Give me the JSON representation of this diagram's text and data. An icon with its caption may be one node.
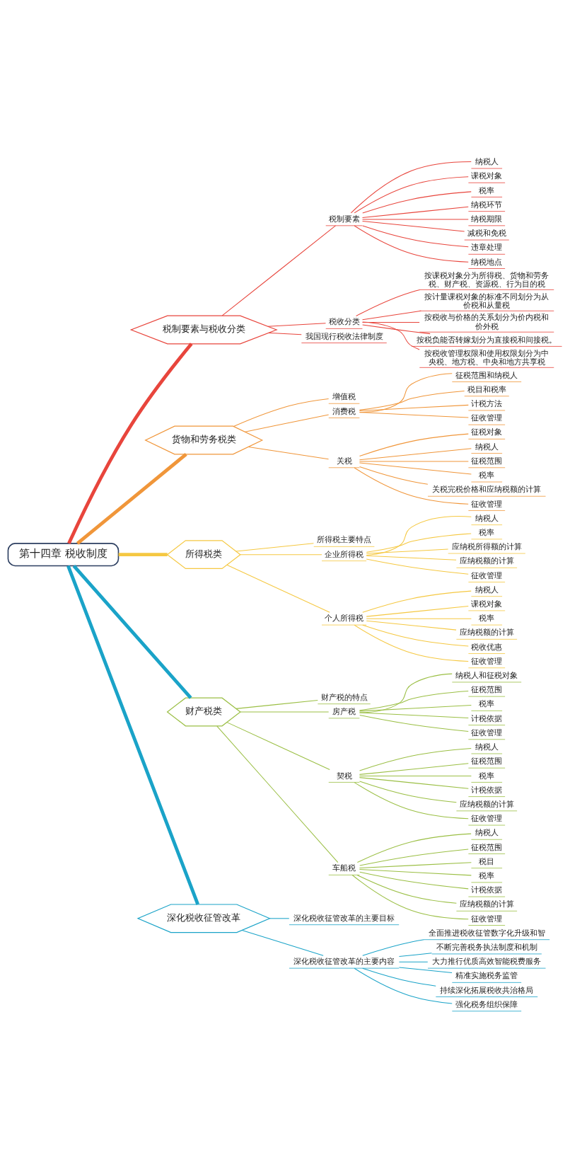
{
  "diagram": {
    "nodes": [
      {
        "text": [
          "第十四章 税收制度"
        ]
      },
      {
        "text": [
          "税制要素与税收分类"
        ]
      },
      {
        "text": [
          "税制要素"
        ]
      },
      {
        "text": [
          "纳税人"
        ]
      },
      {
        "text": [
          "课税对象"
        ]
      },
      {
        "text": [
          "税率"
        ]
      },
      {
        "text": [
          "纳税环节"
        ]
      },
      {
        "text": [
          "纳税期限"
        ]
      },
      {
        "text": [
          "减税和免税"
        ]
      },
      {
        "text": [
          "违章处理"
        ]
      },
      {
        "text": [
          "纳税地点"
        ]
      },
      {
        "text": [
          "税收分类"
        ]
      },
      {
        "text": [
          "按课税对象分为所得税、货物和劳务税、财产税、资源税、行为目的税"
        ]
      },
      {
        "text": [
          "按计量课税对象的标准不同划分为从价税和从量税"
        ]
      },
      {
        "text": [
          "按税收与价格的关系划分为价内税和价外税"
        ]
      },
      {
        "text": [
          "按税负能否转嫁划分为直接税和间接税。"
        ]
      },
      {
        "text": [
          "按税收管理权限和使用权限划分为中央税、地方税、中央和地方共享税"
        ]
      },
      {
        "text": [
          "我国现行税收法律制度"
        ]
      },
      {
        "text": [
          "货物和劳务税类"
        ]
      },
      {
        "text": [
          "增值税"
        ]
      },
      {
        "text": [
          "消费税"
        ]
      },
      {
        "text": [
          "征税范围和纳税人"
        ]
      },
      {
        "text": [
          "税目和税率"
        ]
      },
      {
        "text": [
          "计税方法"
        ]
      },
      {
        "text": [
          "征收管理"
        ]
      },
      {
        "text": [
          "关税"
        ]
      },
      {
        "text": [
          "征税对象"
        ]
      },
      {
        "text": [
          "纳税人"
        ]
      },
      {
        "text": [
          "征税范围"
        ]
      },
      {
        "text": [
          "税率"
        ]
      },
      {
        "text": [
          "关税完税价格和应纳税额的计算"
        ]
      },
      {
        "text": [
          "征收管理"
        ]
      },
      {
        "text": [
          "所得税类"
        ]
      },
      {
        "text": [
          "所得税主要特点"
        ]
      },
      {
        "text": [
          "企业所得税"
        ]
      },
      {
        "text": [
          "纳税人"
        ]
      },
      {
        "text": [
          "税率"
        ]
      },
      {
        "text": [
          "应纳税所得额的计算"
        ]
      },
      {
        "text": [
          "应纳税额的计算"
        ]
      },
      {
        "text": [
          "征收管理"
        ]
      },
      {
        "text": [
          "个人所得税"
        ]
      },
      {
        "text": [
          "纳税人"
        ]
      },
      {
        "text": [
          "课税对象"
        ]
      },
      {
        "text": [
          "税率"
        ]
      },
      {
        "text": [
          "应纳税额的计算"
        ]
      },
      {
        "text": [
          "税收优惠"
        ]
      },
      {
        "text": [
          "征收管理"
        ]
      },
      {
        "text": [
          "财产税类"
        ]
      },
      {
        "text": [
          "财产税的特点"
        ]
      },
      {
        "text": [
          "房产税"
        ]
      },
      {
        "text": [
          "纳税人和征税对象"
        ]
      },
      {
        "text": [
          "征税范围"
        ]
      },
      {
        "text": [
          "税率"
        ]
      },
      {
        "text": [
          "计税依据"
        ]
      },
      {
        "text": [
          "征收管理"
        ]
      },
      {
        "text": [
          "契税"
        ]
      },
      {
        "text": [
          "纳税人"
        ]
      },
      {
        "text": [
          "征税范围"
        ]
      },
      {
        "text": [
          "税率"
        ]
      },
      {
        "text": [
          "计税依据"
        ]
      },
      {
        "text": [
          "应纳税额的计算"
        ]
      },
      {
        "text": [
          "征收管理"
        ]
      },
      {
        "text": [
          "车船税"
        ]
      },
      {
        "text": [
          "纳税人"
        ]
      },
      {
        "text": [
          "征税范围"
        ]
      },
      {
        "text": [
          "税目"
        ]
      },
      {
        "text": [
          "税率"
        ]
      },
      {
        "text": [
          "计税依据"
        ]
      },
      {
        "text": [
          "应纳税额的计算"
        ]
      },
      {
        "text": [
          "征收管理"
        ]
      },
      {
        "text": [
          "深化税收征管改革"
        ]
      },
      {
        "text": [
          "深化税收征管改革的主要目标"
        ]
      },
      {
        "text": [
          "深化税收征管改革的主要内容"
        ]
      },
      {
        "text": [
          "全面推进税收征管数字化升级和智"
        ]
      },
      {
        "text": [
          "不断完善税务执法制度和机制"
        ]
      },
      {
        "text": [
          "大力推行优质高效智能税费服务"
        ]
      },
      {
        "text": [
          "精准实施税务监管"
        ]
      },
      {
        "text": [
          "持续深化拓展税收共治格局"
        ]
      },
      {
        "text": [
          "强化税务组织保障"
        ]
      }
    ],
    "edges": [
      {
        "from": 0,
        "to": 1,
        "arrow": "none",
        "style": "thick",
        "color": "#e8453c"
      },
      {
        "from": 1,
        "to": 2,
        "arrow": "none",
        "color": "#e8453c"
      },
      {
        "from": 2,
        "to": 3,
        "arrow": "none",
        "color": "#e8453c"
      },
      {
        "from": 2,
        "to": 4,
        "arrow": "none",
        "color": "#e8453c"
      },
      {
        "from": 2,
        "to": 5,
        "arrow": "none",
        "color": "#e8453c"
      },
      {
        "from": 2,
        "to": 6,
        "arrow": "none",
        "color": "#e8453c"
      },
      {
        "from": 2,
        "to": 7,
        "arrow": "none",
        "color": "#e8453c"
      },
      {
        "from": 2,
        "to": 8,
        "arrow": "none",
        "color": "#e8453c"
      },
      {
        "from": 2,
        "to": 9,
        "arrow": "none",
        "color": "#e8453c"
      },
      {
        "from": 2,
        "to": 10,
        "arrow": "none",
        "color": "#e8453c"
      },
      {
        "from": 1,
        "to": 11,
        "arrow": "none",
        "color": "#e8453c"
      },
      {
        "from": 11,
        "to": 12,
        "arrow": "none",
        "color": "#e8453c"
      },
      {
        "from": 11,
        "to": 13,
        "arrow": "none",
        "color": "#e8453c"
      },
      {
        "from": 11,
        "to": 14,
        "arrow": "none",
        "color": "#e8453c"
      },
      {
        "from": 11,
        "to": 15,
        "arrow": "none",
        "color": "#e8453c"
      },
      {
        "from": 11,
        "to": 16,
        "arrow": "none",
        "color": "#e8453c"
      },
      {
        "from": 1,
        "to": 17,
        "arrow": "none",
        "color": "#e8453c"
      },
      {
        "from": 0,
        "to": 18,
        "arrow": "none",
        "style": "thick",
        "color": "#f0963a"
      },
      {
        "from": 18,
        "to": 19,
        "arrow": "none",
        "color": "#f0963a"
      },
      {
        "from": 18,
        "to": 20,
        "arrow": "none",
        "color": "#f0963a"
      },
      {
        "from": 20,
        "to": 21,
        "arrow": "none",
        "color": "#f0963a"
      },
      {
        "from": 20,
        "to": 22,
        "arrow": "none",
        "color": "#f0963a"
      },
      {
        "from": 20,
        "to": 23,
        "arrow": "none",
        "color": "#f0963a"
      },
      {
        "from": 20,
        "to": 24,
        "arrow": "none",
        "color": "#f0963a"
      },
      {
        "from": 18,
        "to": 25,
        "arrow": "none",
        "color": "#f0963a"
      },
      {
        "from": 25,
        "to": 26,
        "arrow": "none",
        "color": "#f0963a"
      },
      {
        "from": 25,
        "to": 27,
        "arrow": "none",
        "color": "#f0963a"
      },
      {
        "from": 25,
        "to": 28,
        "arrow": "none",
        "color": "#f0963a"
      },
      {
        "from": 25,
        "to": 29,
        "arrow": "none",
        "color": "#f0963a"
      },
      {
        "from": 25,
        "to": 30,
        "arrow": "none",
        "color": "#f0963a"
      },
      {
        "from": 25,
        "to": 31,
        "arrow": "none",
        "color": "#f0963a"
      },
      {
        "from": 0,
        "to": 32,
        "arrow": "none",
        "style": "thick",
        "color": "#f5c842"
      },
      {
        "from": 32,
        "to": 33,
        "arrow": "none",
        "color": "#f5c842"
      },
      {
        "from": 32,
        "to": 34,
        "arrow": "none",
        "color": "#f5c842"
      },
      {
        "from": 34,
        "to": 35,
        "arrow": "none",
        "color": "#f5c842"
      },
      {
        "from": 34,
        "to": 36,
        "arrow": "none",
        "color": "#f5c842"
      },
      {
        "from": 34,
        "to": 37,
        "arrow": "none",
        "color": "#f5c842"
      },
      {
        "from": 34,
        "to": 38,
        "arrow": "none",
        "color": "#f5c842"
      },
      {
        "from": 34,
        "to": 39,
        "arrow": "none",
        "color": "#f5c842"
      },
      {
        "from": 32,
        "to": 40,
        "arrow": "none",
        "color": "#f5c842"
      },
      {
        "from": 40,
        "to": 41,
        "arrow": "none",
        "color": "#f5c842"
      },
      {
        "from": 40,
        "to": 42,
        "arrow": "none",
        "color": "#f5c842"
      },
      {
        "from": 40,
        "to": 43,
        "arrow": "none",
        "color": "#f5c842"
      },
      {
        "from": 40,
        "to": 44,
        "arrow": "none",
        "color": "#f5c842"
      },
      {
        "from": 40,
        "to": 45,
        "arrow": "none",
        "color": "#f5c842"
      },
      {
        "from": 40,
        "to": 46,
        "arrow": "none",
        "color": "#f5c842"
      },
      {
        "from": 0,
        "to": 47,
        "arrow": "none",
        "style": "thick",
        "color": "#1aa3c8"
      },
      {
        "from": 47,
        "to": 48,
        "arrow": "none"
      },
      {
        "from": 47,
        "to": 49,
        "arrow": "none"
      },
      {
        "from": 49,
        "to": 50,
        "arrow": "none"
      },
      {
        "from": 49,
        "to": 51,
        "arrow": "none"
      },
      {
        "from": 49,
        "to": 52,
        "arrow": "none"
      },
      {
        "from": 49,
        "to": 53,
        "arrow": "none"
      },
      {
        "from": 49,
        "to": 54,
        "arrow": "none"
      },
      {
        "from": 47,
        "to": 55,
        "arrow": "none"
      },
      {
        "from": 55,
        "to": 56,
        "arrow": "none"
      },
      {
        "from": 55,
        "to": 57,
        "arrow": "none"
      },
      {
        "from": 55,
        "to": 58,
        "arrow": "none"
      },
      {
        "from": 55,
        "to": 59,
        "arrow": "none"
      },
      {
        "from": 55,
        "to": 60,
        "arrow": "none"
      },
      {
        "from": 55,
        "to": 61,
        "arrow": "none"
      },
      {
        "from": 47,
        "to": 62,
        "arrow": "none"
      },
      {
        "from": 62,
        "to": 63,
        "arrow": "none"
      },
      {
        "from": 62,
        "to": 64,
        "arrow": "none"
      },
      {
        "from": 62,
        "to": 65,
        "arrow": "none"
      },
      {
        "from": 62,
        "to": 66,
        "arrow": "none"
      },
      {
        "from": 62,
        "to": 67,
        "arrow": "none"
      },
      {
        "from": 62,
        "to": 68,
        "arrow": "none"
      },
      {
        "from": 62,
        "to": 69,
        "arrow": "none"
      },
      {
        "from": 0,
        "to": 70,
        "arrow": "none",
        "style": "thick",
        "color": "#1aa3c8"
      },
      {
        "from": 70,
        "to": 71,
        "arrow": "none",
        "color": "#1aa3c8"
      },
      {
        "from": 70,
        "to": 72,
        "arrow": "none",
        "color": "#1aa3c8"
      },
      {
        "from": 72,
        "to": 73,
        "arrow": "none",
        "color": "#1aa3c8"
      },
      {
        "from": 72,
        "to": 74,
        "arrow": "none",
        "color": "#1aa3c8"
      },
      {
        "from": 72,
        "to": 75,
        "arrow": "none",
        "color": "#1aa3c8"
      },
      {
        "from": 72,
        "to": 76,
        "arrow": "none",
        "color": "#1aa3c8"
      },
      {
        "from": 72,
        "to": 77,
        "arrow": "none",
        "color": "#1aa3c8"
      },
      {
        "from": 72,
        "to": 78,
        "arrow": "none",
        "color": "#1aa3c8"
      }
    ]
  }
}
